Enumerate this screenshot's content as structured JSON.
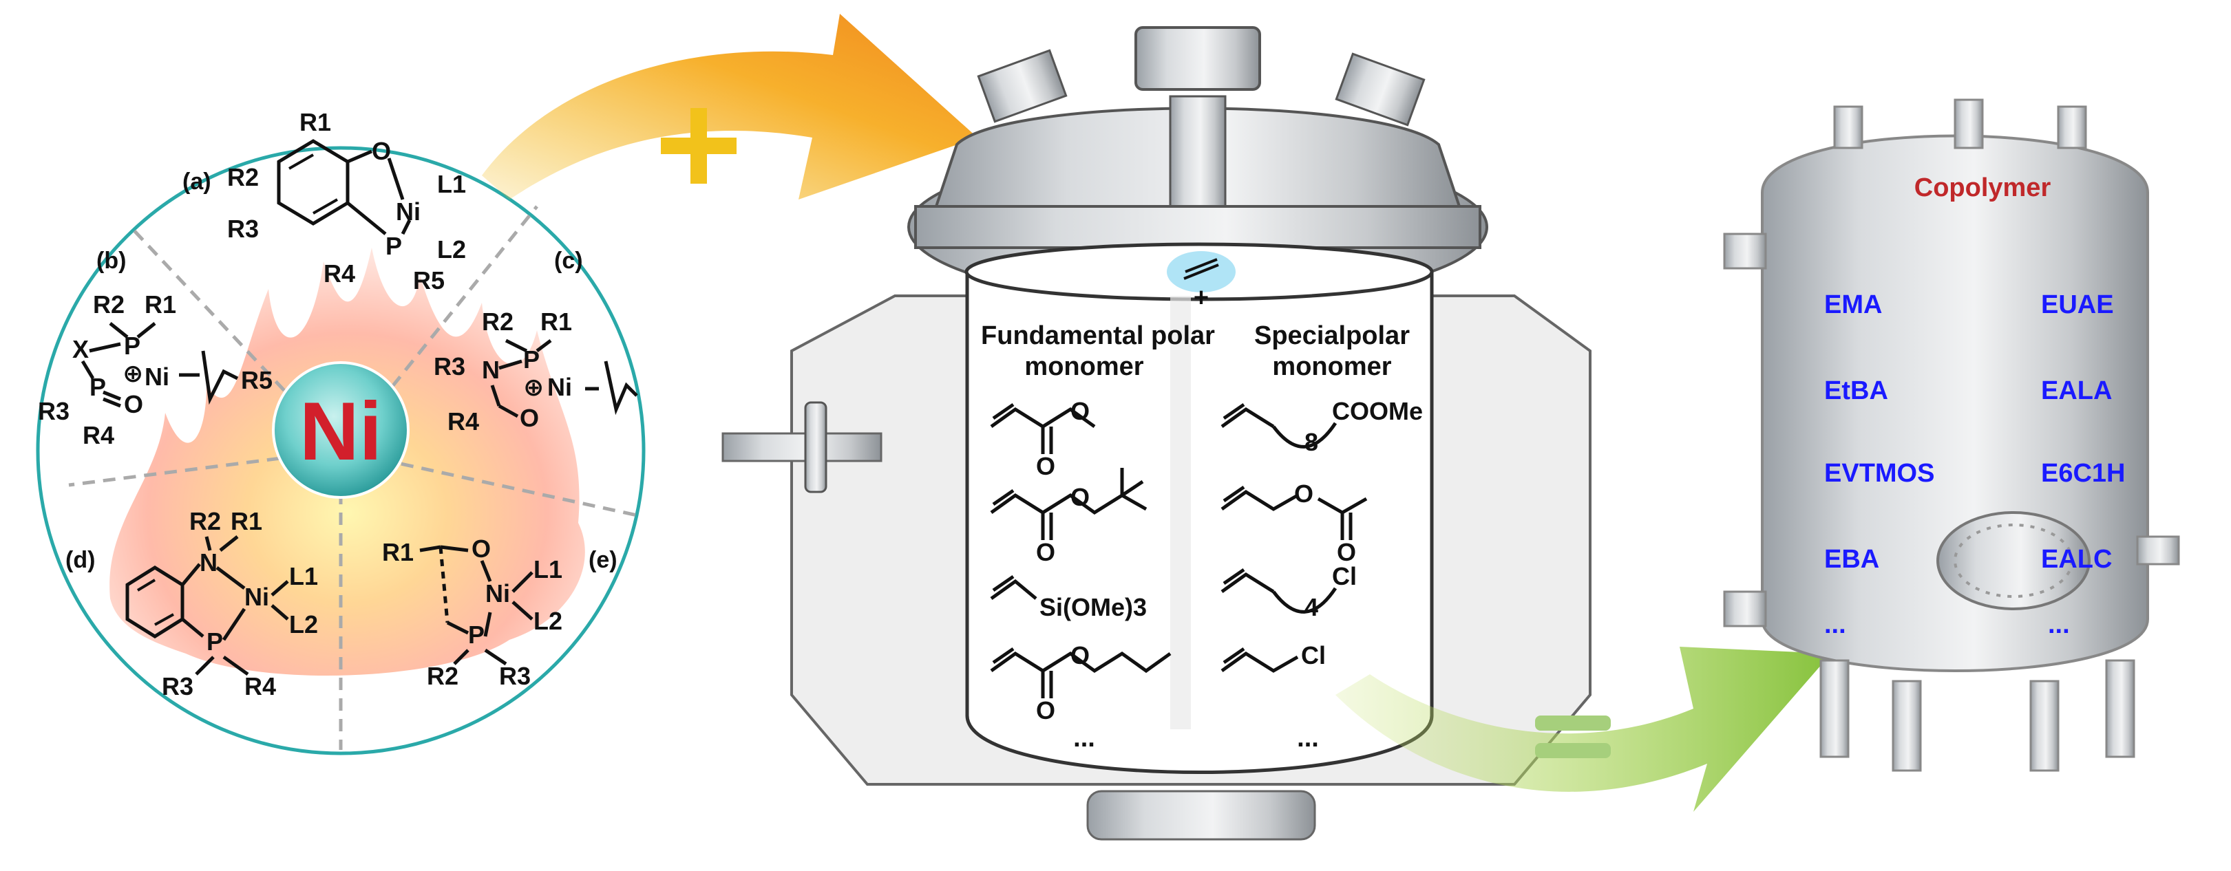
{
  "catalyst": {
    "metal": "Ni",
    "sectors": [
      {
        "label": "(a)",
        "center_atom": "Ni",
        "ligands": [
          "L1",
          "L2"
        ],
        "substituents": [
          "R1",
          "R2",
          "R3",
          "R4",
          "R5"
        ],
        "heteroatoms": [
          "O",
          "P"
        ]
      },
      {
        "label": "(b)",
        "center_atom": "Ni",
        "ligands": [],
        "substituents": [
          "R1",
          "R2",
          "R3",
          "R4",
          "R5"
        ],
        "heteroatoms": [
          "X",
          "P",
          "P",
          "O"
        ],
        "charge": "⊕"
      },
      {
        "label": "(c)",
        "center_atom": "Ni",
        "ligands": [],
        "substituents": [
          "R1",
          "R2",
          "R3",
          "R4"
        ],
        "heteroatoms": [
          "N",
          "P",
          "O"
        ],
        "charge": "⊕"
      },
      {
        "label": "(d)",
        "center_atom": "Ni",
        "ligands": [
          "L1",
          "L2"
        ],
        "substituents": [
          "R1",
          "R2",
          "R3",
          "R4"
        ],
        "heteroatoms": [
          "N",
          "P"
        ]
      },
      {
        "label": "(e)",
        "center_atom": "Ni",
        "ligands": [
          "L1",
          "L2"
        ],
        "substituents": [
          "R1",
          "R2",
          "R3"
        ],
        "heteroatoms": [
          "O",
          "P"
        ]
      }
    ]
  },
  "operators": {
    "plus_sign": "+",
    "equals_sign": "=",
    "small_plus": "+"
  },
  "reactor": {
    "fundamental": {
      "title_line1": "Fundamental polar",
      "title_line2": "monomer",
      "items": [
        "",
        "",
        "Si(OMe)3",
        ""
      ],
      "more": "..."
    },
    "special": {
      "title_line1": "Specialpolar",
      "title_line2": "monomer",
      "items": [
        "COOMe",
        "",
        "Cl",
        "Cl"
      ],
      "subscripts": [
        "8",
        "",
        "4",
        ""
      ],
      "more": "..."
    }
  },
  "tank": {
    "title": "Copolymer",
    "left": [
      "EMA",
      "EtBA",
      "EVTMOS",
      "EBA"
    ],
    "right": [
      "EUAE",
      "EALA",
      "E6C1H",
      "EALC"
    ],
    "more_left": "...",
    "more_right": "..."
  },
  "colors": {
    "teal": "#2aa9a9",
    "ni_red": "#d21f2b",
    "copolymer_red": "#c0282a",
    "poly_blue": "#1a1aff",
    "orange": "#f7a42c",
    "yellow_plus": "#f2c21b",
    "green": "#8cc63f"
  }
}
